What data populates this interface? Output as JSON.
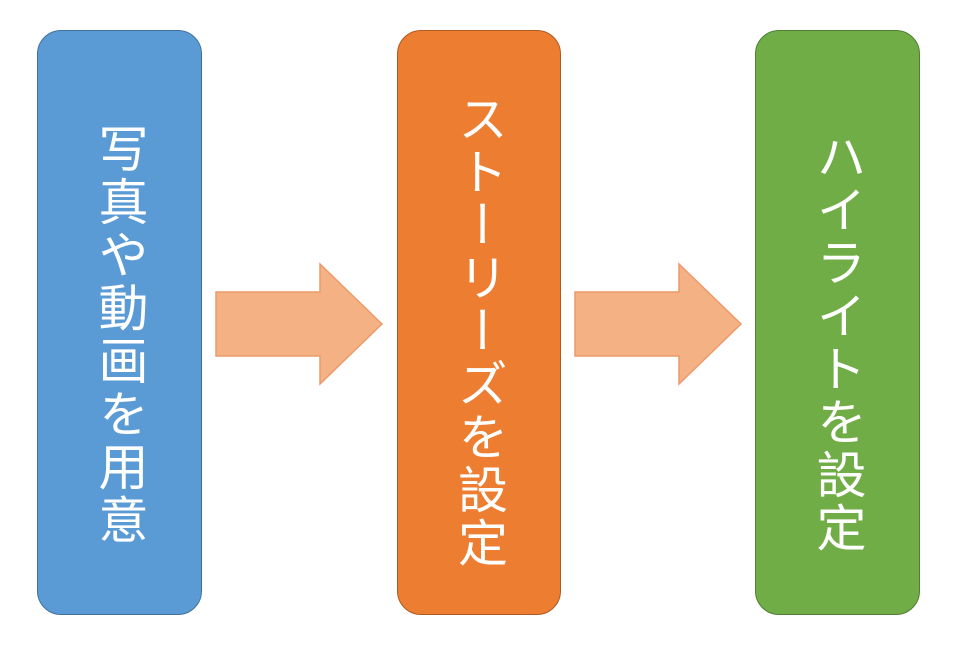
{
  "steps": [
    {
      "label": "写真や動画を用意",
      "color": "#5b9bd5"
    },
    {
      "label": "ストーリーズを設定",
      "color": "#ed7d31"
    },
    {
      "label": "ハイライトを設定",
      "color": "#70ad47"
    }
  ],
  "arrow_color": "#f4b183"
}
